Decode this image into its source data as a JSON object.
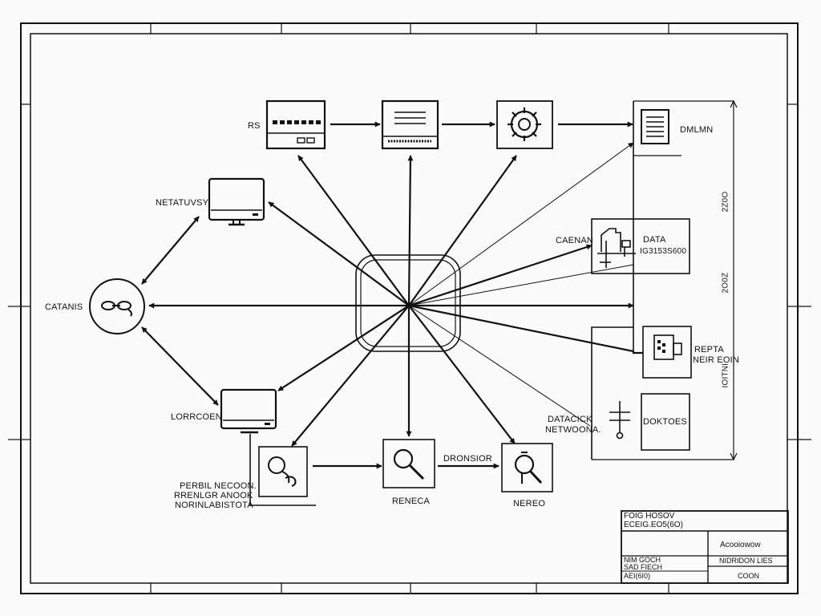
{
  "labels": {
    "rs": "RS",
    "netatuvsy": "NETATUVSY",
    "catanis": "CATANIS",
    "lorrcoen": "LORRCOEN",
    "perbil_1": "PERBIL NECOON.",
    "perbil_2": "RRENLGR ANOOK",
    "perbil_3": "NORINLABISTOTA",
    "reneca": "RENECA",
    "dronsior": "DRONSIOR",
    "nereo": "NEREO",
    "dmlmn": "DMLMN",
    "caenan": "CAENAN",
    "data": "DATA",
    "data_code": "IG3153S600",
    "repta": "REPTA",
    "neir_eon": "NEIR EOIN",
    "datacick": "DATACICK",
    "netwoona": "NETWOONA.",
    "doktoes": "DOKTOES",
    "dim_top": "2Z0O",
    "dim_mid": "2O0Z",
    "dim_bot": "IOITNI"
  },
  "title_block": {
    "row1": "FOIG HOSOV",
    "row2": "ECEIG.EO5(6O)",
    "acoo": "Acooiowow",
    "small1": "NIM GOCH",
    "small2": "SAD FIECH",
    "small3": "AEI(6I0)",
    "nirdon": "NIDRIDON LIES",
    "coon": "COON"
  },
  "icons": {
    "rack": "server-rack-icon",
    "screen": "terminal-display-icon",
    "wheel": "network-wheel-icon",
    "doc": "document-list-icon",
    "monitor": "monitor-icon",
    "link": "chain-link-icon",
    "cable": "cable-plug-icon",
    "lens": "magnifier-icon",
    "sensor": "sensor-probe-icon",
    "fax": "fax-device-icon",
    "hub": "central-hub-icon",
    "switch": "switch-symbol-icon"
  },
  "style": {
    "stroke": "#111111",
    "paper": "#fbfbfb"
  }
}
